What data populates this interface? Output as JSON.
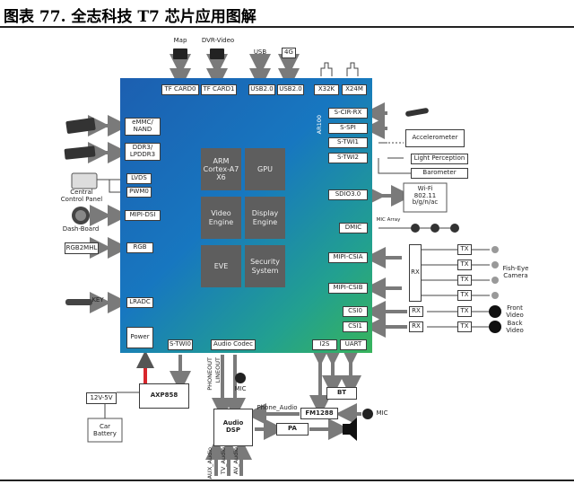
{
  "figure_title": "图表 77. 全志科技 T7 芯片应用图解",
  "soc": {
    "top_ports": [
      "TF CARD0",
      "TF CARD1",
      "USB2.0",
      "USB2.0",
      "X32K",
      "X24M"
    ],
    "left_ports": [
      "eMMC/\nNAND",
      "DDR3/\nLPDDR3",
      "LVDS",
      "PWM0",
      "MIPI-DSI",
      "RGB",
      "LRADC",
      "Power"
    ],
    "bottom_ports": [
      "S-TWI0",
      "Audio Codec",
      "I2S",
      "UART"
    ],
    "right_ports": [
      "S-CIR-RX",
      "S-SPI",
      "S-TWI1",
      "S-TWI2",
      "SDIO3.0",
      "DMIC",
      "MIPI-CSIA",
      "MIPI-CSIB",
      "CSI0",
      "CSI1"
    ],
    "ar100_label": "AR100",
    "cores": [
      "ARM\nCortex-A7\nX6",
      "GPU",
      "Video\nEngine",
      "Display\nEngine",
      "EVE",
      "Security\nSystem"
    ]
  },
  "peripherals_top": {
    "map": "Map",
    "dvr_video": "DVR-Video",
    "usb": "USB",
    "g4": "4G"
  },
  "peripherals_left": {
    "central_control_panel": "Central\nControl Panel",
    "dash_board": "Dash-Board",
    "rgb2mhl": "RGB2MHL",
    "key": "KEY"
  },
  "peripherals_right": {
    "accelerometer": "Accelerometer",
    "light_perception": "Light Perception",
    "barometer": "Barometer",
    "wifi": "Wi-Fi\n802.11\nb/g/n/ac",
    "mic_array": "MIC Array",
    "rx": "RX",
    "tx": "TX",
    "fisheye_camera": "Fish-Eye\nCamera",
    "front_video": "Front\nVideo",
    "back_video": "Back\nVideo"
  },
  "peripherals_bottom": {
    "axp858": "AXP858",
    "supply": "12V-5V",
    "car_battery": "Car\nBattery",
    "phoneout": "PHONEOUT",
    "lineout": "LINEOUT",
    "mic_a": "MIC",
    "audio_dsp": "Audio\nDSP",
    "phone_audio": "Phone_Audio",
    "fm1288": "FM1288",
    "bt": "BT",
    "pa": "PA",
    "mic_b": "MIC",
    "aux_audio": "AUX_Audio",
    "tv_audio": "TV_Audio",
    "av_audio": "AV_Audio"
  },
  "colors": {
    "arrow": "#7a7a7a",
    "power_arrow": "#d8262c",
    "chip_start": "#1c5fb0",
    "chip_end": "#38b45c",
    "core_box": "#5e5e5e"
  }
}
